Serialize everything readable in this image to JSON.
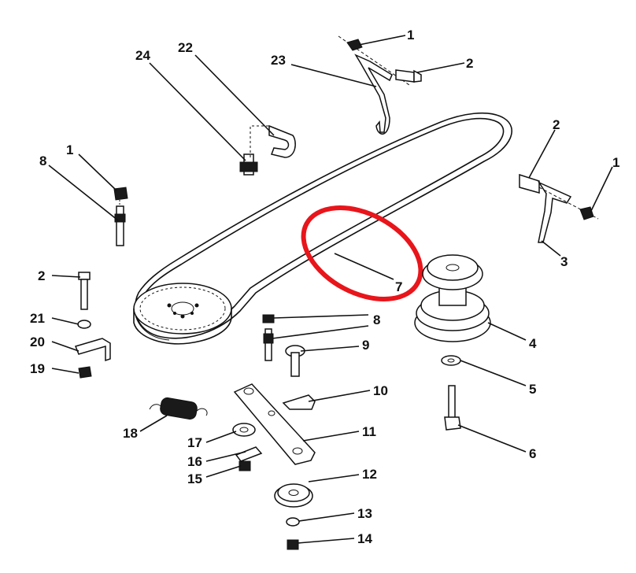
{
  "diagram": {
    "highlight_color": "#e8151b",
    "line_color": "#111111",
    "callouts": [
      {
        "id": "c1a",
        "text": "1"
      },
      {
        "id": "c2a",
        "text": "2"
      },
      {
        "id": "c23",
        "text": "23"
      },
      {
        "id": "c24",
        "text": "24"
      },
      {
        "id": "c22",
        "text": "22"
      },
      {
        "id": "c2b",
        "text": "2"
      },
      {
        "id": "c1b",
        "text": "1"
      },
      {
        "id": "c8a",
        "text": "8"
      },
      {
        "id": "c1c",
        "text": "1"
      },
      {
        "id": "c3",
        "text": "3"
      },
      {
        "id": "c7",
        "text": "7"
      },
      {
        "id": "c2c",
        "text": "2"
      },
      {
        "id": "c21",
        "text": "21"
      },
      {
        "id": "c20",
        "text": "20"
      },
      {
        "id": "c19",
        "text": "19"
      },
      {
        "id": "c8b",
        "text": "8"
      },
      {
        "id": "c9",
        "text": "9"
      },
      {
        "id": "c4",
        "text": "4"
      },
      {
        "id": "c5",
        "text": "5"
      },
      {
        "id": "c10",
        "text": "10"
      },
      {
        "id": "c18",
        "text": "18"
      },
      {
        "id": "c11",
        "text": "11"
      },
      {
        "id": "c17",
        "text": "17"
      },
      {
        "id": "c6",
        "text": "6"
      },
      {
        "id": "c16",
        "text": "16"
      },
      {
        "id": "c15",
        "text": "15"
      },
      {
        "id": "c12",
        "text": "12"
      },
      {
        "id": "c13",
        "text": "13"
      },
      {
        "id": "c14",
        "text": "14"
      }
    ]
  }
}
